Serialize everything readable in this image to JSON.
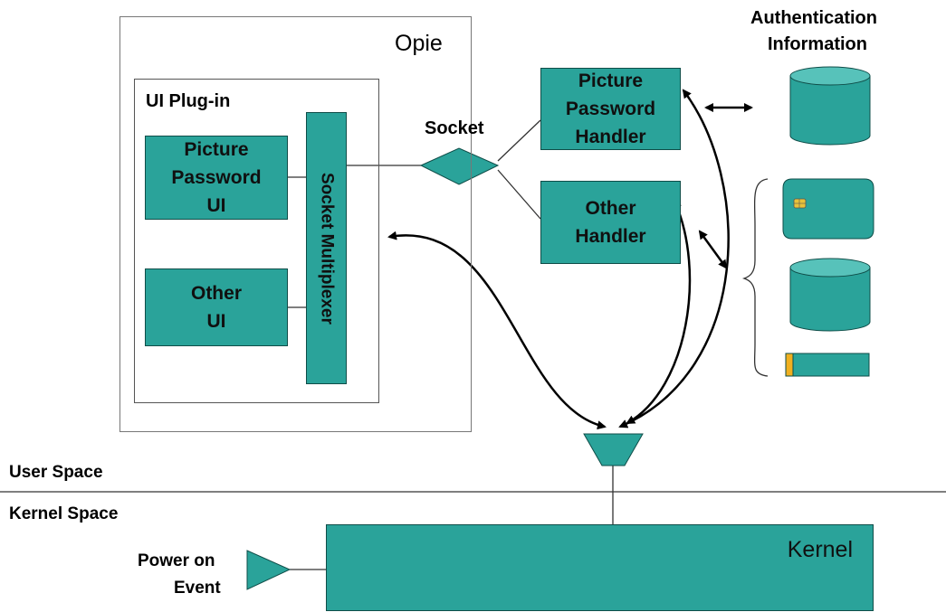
{
  "labels": {
    "opie": "Opie",
    "ui_plugin": "UI Plug-in",
    "socket": "Socket",
    "auth_info_line1": "Authentication",
    "auth_info_line2": "Information",
    "user_space": "User Space",
    "kernel_space": "Kernel Space",
    "power_on_line1": "Power on",
    "power_on_line2": "Event"
  },
  "boxes": {
    "picture_password_ui": "Picture\nPassword\nUI",
    "other_ui": "Other\nUI",
    "socket_multiplexer": "Socket Multiplexer",
    "picture_password_handler": "Picture\nPassword\nHandler",
    "other_handler": "Other\nHandler",
    "kernel": "Kernel"
  },
  "colors": {
    "teal": "#2aa39a",
    "border": "#0f4d48",
    "chip": "#e8c23a",
    "stripe": "#f0b020"
  },
  "icons": [
    "database-icon",
    "smart-card-icon",
    "database-icon",
    "usb-token-icon"
  ]
}
